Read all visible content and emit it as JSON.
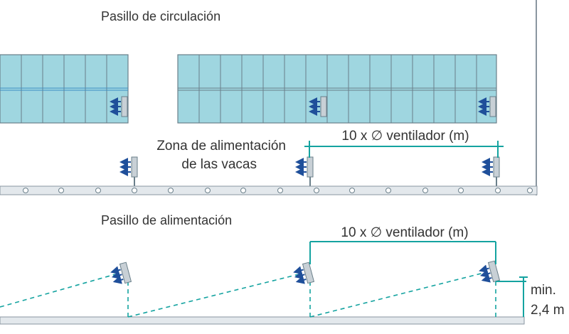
{
  "labels": {
    "circulation_aisle": "Pasillo de circulación",
    "feeding_zone_line1": "Zona de alimentación",
    "feeding_zone_line2": "de las vacas",
    "spacing_top": "10 x ∅ ventilador (m)",
    "feeding_aisle": "Pasillo de alimentación",
    "spacing_bottom": "10 x ∅ ventilador (m)",
    "min_height_line1": "min.",
    "min_height_line2": "2,4 m"
  },
  "colors": {
    "stall_fill": "#9fd6e0",
    "stall_line": "#6a7f8a",
    "dimension": "#14a3a0",
    "arrow": "#1f4f9a",
    "beam_fill": "#e3e8ec",
    "beam_stroke": "#8a96a0",
    "wall": "#8a96a0"
  },
  "icons": {
    "fan": "fan-icon",
    "airflow": "airflow-arrows-icon"
  }
}
